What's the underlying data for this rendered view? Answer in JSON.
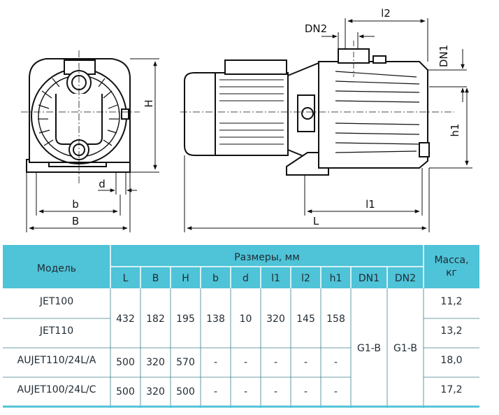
{
  "drawing": {
    "labels": {
      "H": "H",
      "d": "d",
      "b": "b",
      "B": "B",
      "DN2": "DN2",
      "l2": "l2",
      "DN1": "DN1",
      "h1": "h1",
      "l1": "l1",
      "L": "L"
    }
  },
  "table": {
    "header_color": "#4fc3d7",
    "model_label": "Модель",
    "dims_label": "Размеры, мм",
    "mass_label": "Масса, кг",
    "columns": [
      "L",
      "B",
      "H",
      "b",
      "d",
      "l1",
      "l2",
      "h1",
      "DN1",
      "DN2"
    ],
    "rows": [
      {
        "model": "JET100",
        "mass": "11,2"
      },
      {
        "model": "JET110",
        "mass": "13,2"
      },
      {
        "model": "AUJET110/24L/A",
        "mass": "18,0"
      },
      {
        "model": "AUJET100/24L/C",
        "mass": "17,2"
      }
    ],
    "jet_shared": [
      "432",
      "182",
      "195",
      "138",
      "10",
      "320",
      "145",
      "158"
    ],
    "row3_values": [
      "500",
      "320",
      "570",
      "-",
      "-",
      "-",
      "-",
      "-"
    ],
    "row4_values": [
      "500",
      "320",
      "500",
      "-",
      "-",
      "-",
      "-",
      "-"
    ],
    "dn1_value": "G1-B",
    "dn2_value": "G1-B"
  }
}
